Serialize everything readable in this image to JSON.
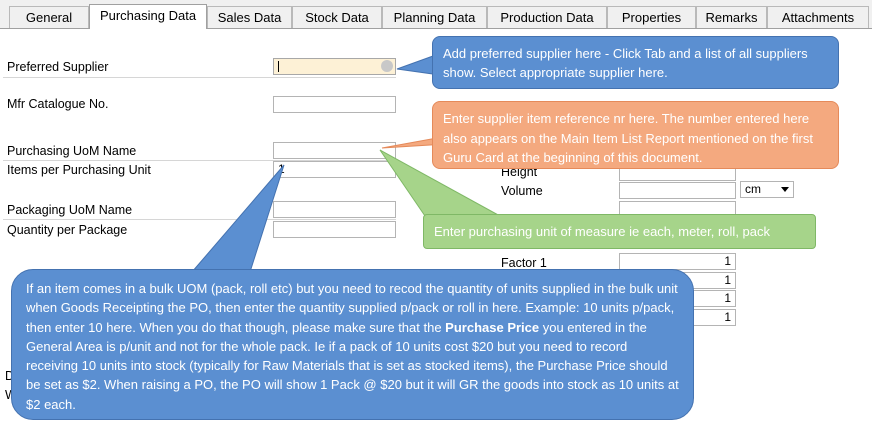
{
  "tabs": [
    {
      "label": "General"
    },
    {
      "label": "Purchasing Data"
    },
    {
      "label": "Sales Data"
    },
    {
      "label": "Stock Data"
    },
    {
      "label": "Planning Data"
    },
    {
      "label": "Production Data"
    },
    {
      "label": "Properties"
    },
    {
      "label": "Remarks"
    },
    {
      "label": "Attachments"
    }
  ],
  "form": {
    "preferred_supplier": {
      "label": "Preferred Supplier",
      "value": ""
    },
    "mfr_catalogue": {
      "label": "Mfr Catalogue No.",
      "value": ""
    },
    "purchasing_uom": {
      "label": "Purchasing UoM Name",
      "value": ""
    },
    "items_per_unit": {
      "label": "Items per Purchasing Unit",
      "value": "1"
    },
    "packaging_uom": {
      "label": "Packaging UoM Name",
      "value": ""
    },
    "qty_per_package": {
      "label": "Quantity per Package",
      "value": ""
    },
    "height": {
      "label": "Height"
    },
    "volume": {
      "label": "Volume",
      "unit": "cm"
    },
    "factor1": {
      "label": "Factor 1",
      "value": "1"
    },
    "factor_values": [
      "1",
      "1",
      "1"
    ],
    "hidden_label_initials": [
      "D",
      "W"
    ]
  },
  "callouts": {
    "supplier": "Add preferred supplier here  - Click Tab and a list of all suppliers show. Select appropriate supplier here.",
    "catalogue": "Enter supplier item reference nr here.  The number entered here also appears on the Main Item List Report mentioned on the first Guru Card at the beginning of this document.",
    "uom": "Enter purchasing unit of measure ie each, meter, roll, pack",
    "bulk_part1": "If an item comes in a bulk UOM (pack, roll etc) but you need to recod the quantity of units supplied in the bulk unit when Goods Receipting the PO, then enter the quantity supplied p/pack or roll in here.  Example: 10 units p/pack, then enter 10 here.  When you do that though, please make sure that the ",
    "bulk_bold": "Purchase Price",
    "bulk_part2": " you entered in the General Area is p/unit and not for the whole pack.  Ie if a pack of 10 units cost $20 but you need to record receiving 10 units into stock (typically for Raw Materials that is set as stocked items), the Purchase Price should be set as $2.  When raising a PO, the PO will show 1 Pack @ $20 but it will GR the goods into stock as 10 units at $2 each."
  },
  "colors": {
    "blue_callout": "#5b8fd1",
    "orange_callout": "#f4a97f",
    "green_callout": "#a6d48a",
    "supplier_field_bg": "#fdf1d6"
  }
}
